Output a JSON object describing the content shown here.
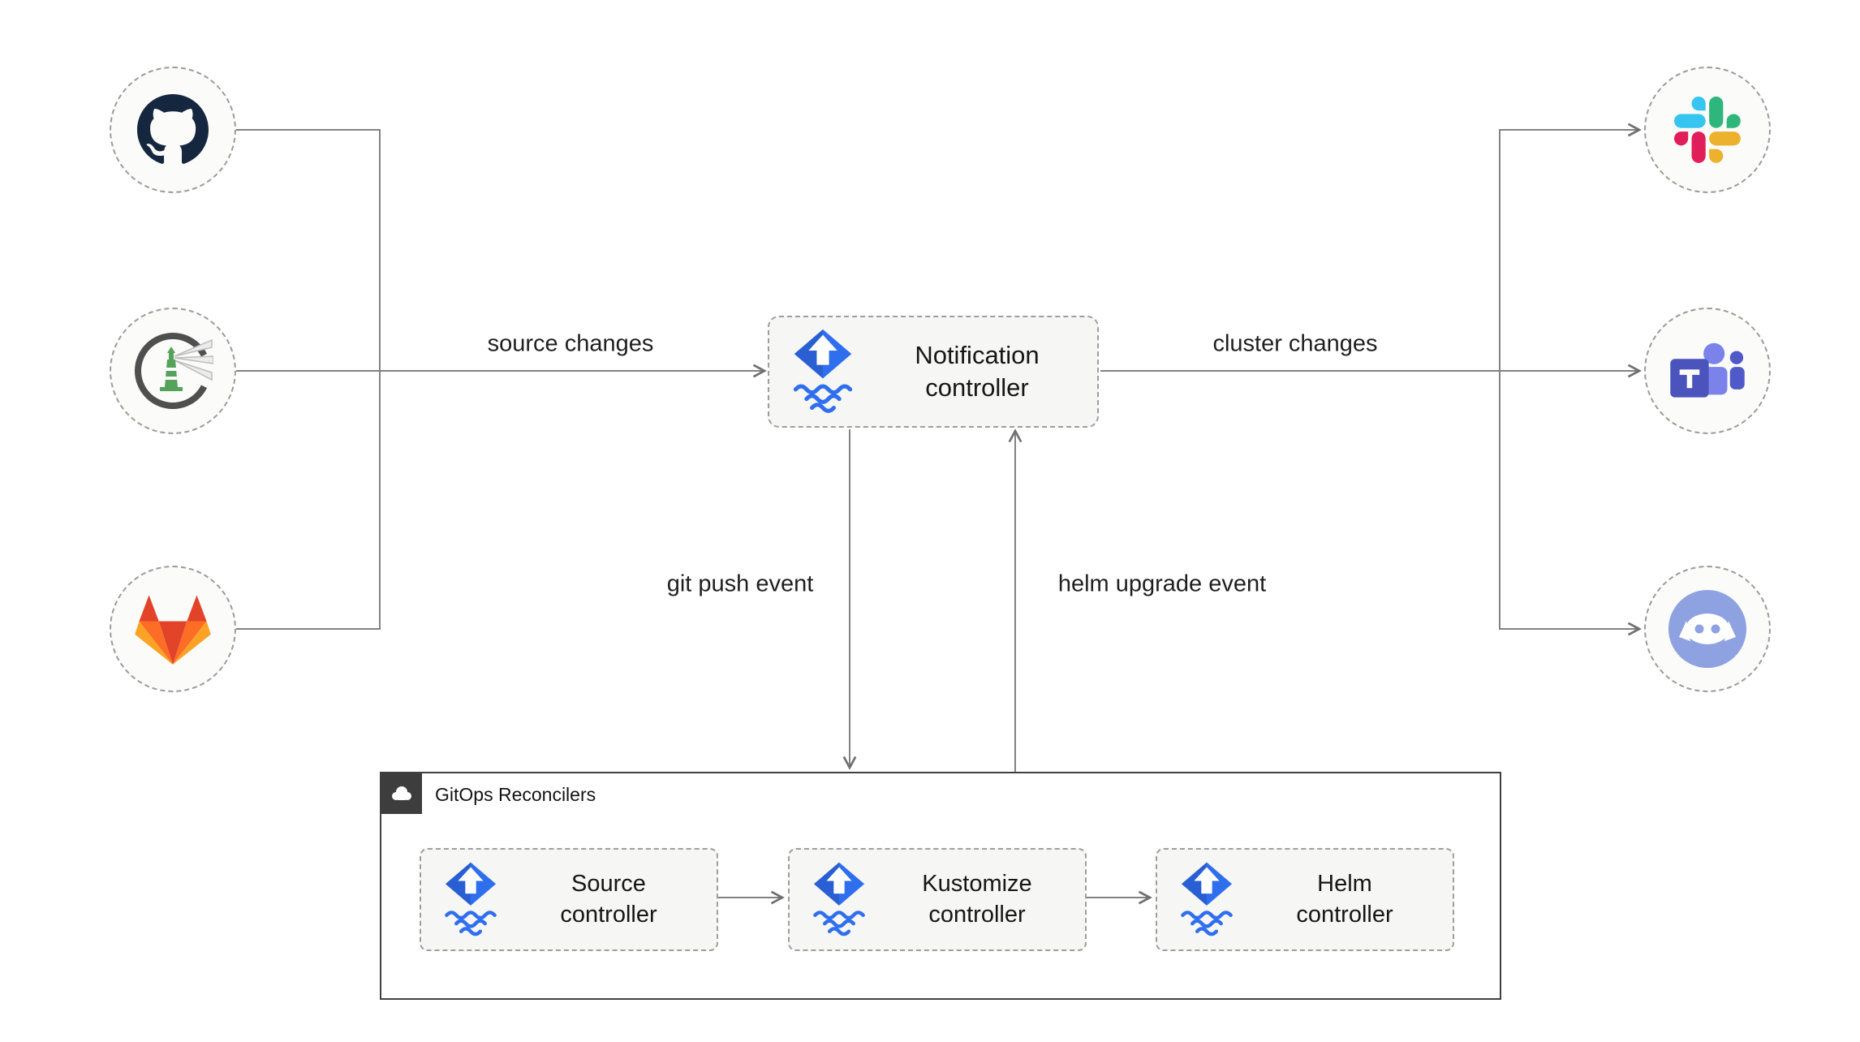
{
  "edge_labels": {
    "source_changes": "source changes",
    "cluster_changes": "cluster changes",
    "git_push_event": "git push event",
    "helm_upgrade_event": "helm upgrade event"
  },
  "controllers": {
    "notification": {
      "label": "Notification controller",
      "icon": "flux-icon"
    },
    "source": {
      "label": "Source controller",
      "icon": "flux-icon"
    },
    "kustomize": {
      "label": "Kustomize controller",
      "icon": "flux-icon"
    },
    "helm": {
      "label": "Helm controller",
      "icon": "flux-icon"
    }
  },
  "group": {
    "label": "GitOps Reconcilers",
    "icon": "cloud-icon"
  },
  "sources": [
    {
      "icon": "github-icon"
    },
    {
      "icon": "harbor-icon"
    },
    {
      "icon": "gitlab-icon"
    }
  ],
  "targets": [
    {
      "icon": "slack-icon"
    },
    {
      "icon": "microsoft-teams-icon"
    },
    {
      "icon": "discord-icon"
    }
  ],
  "colors": {
    "line": "#7f7f7f",
    "label_text": "#1f1f1f",
    "node_border": "#9b9b9b",
    "node_fill": "#fbfbf9",
    "box_fill": "#f6f6f4",
    "group_border": "#404040",
    "chip_bg": "#3d3d3d",
    "flux_blue": "#2f6fed",
    "flux_blue_dark": "#2a5fd4",
    "github": "#15273f",
    "gitlab_red": "#e24329",
    "gitlab_orange": "#fc6d26",
    "gitlab_yellow": "#fca326",
    "harbor_green": "#55a25a",
    "harbor_gray": "#4f4f4f",
    "slack_blue": "#36c5f0",
    "slack_green": "#2eb67d",
    "slack_yellow": "#ecb22e",
    "slack_red": "#e01e5a",
    "teams_dark": "#4b53bc",
    "teams_mid": "#5059c9",
    "teams_light": "#7b83eb",
    "discord_blurple": "#8ea1e1"
  }
}
